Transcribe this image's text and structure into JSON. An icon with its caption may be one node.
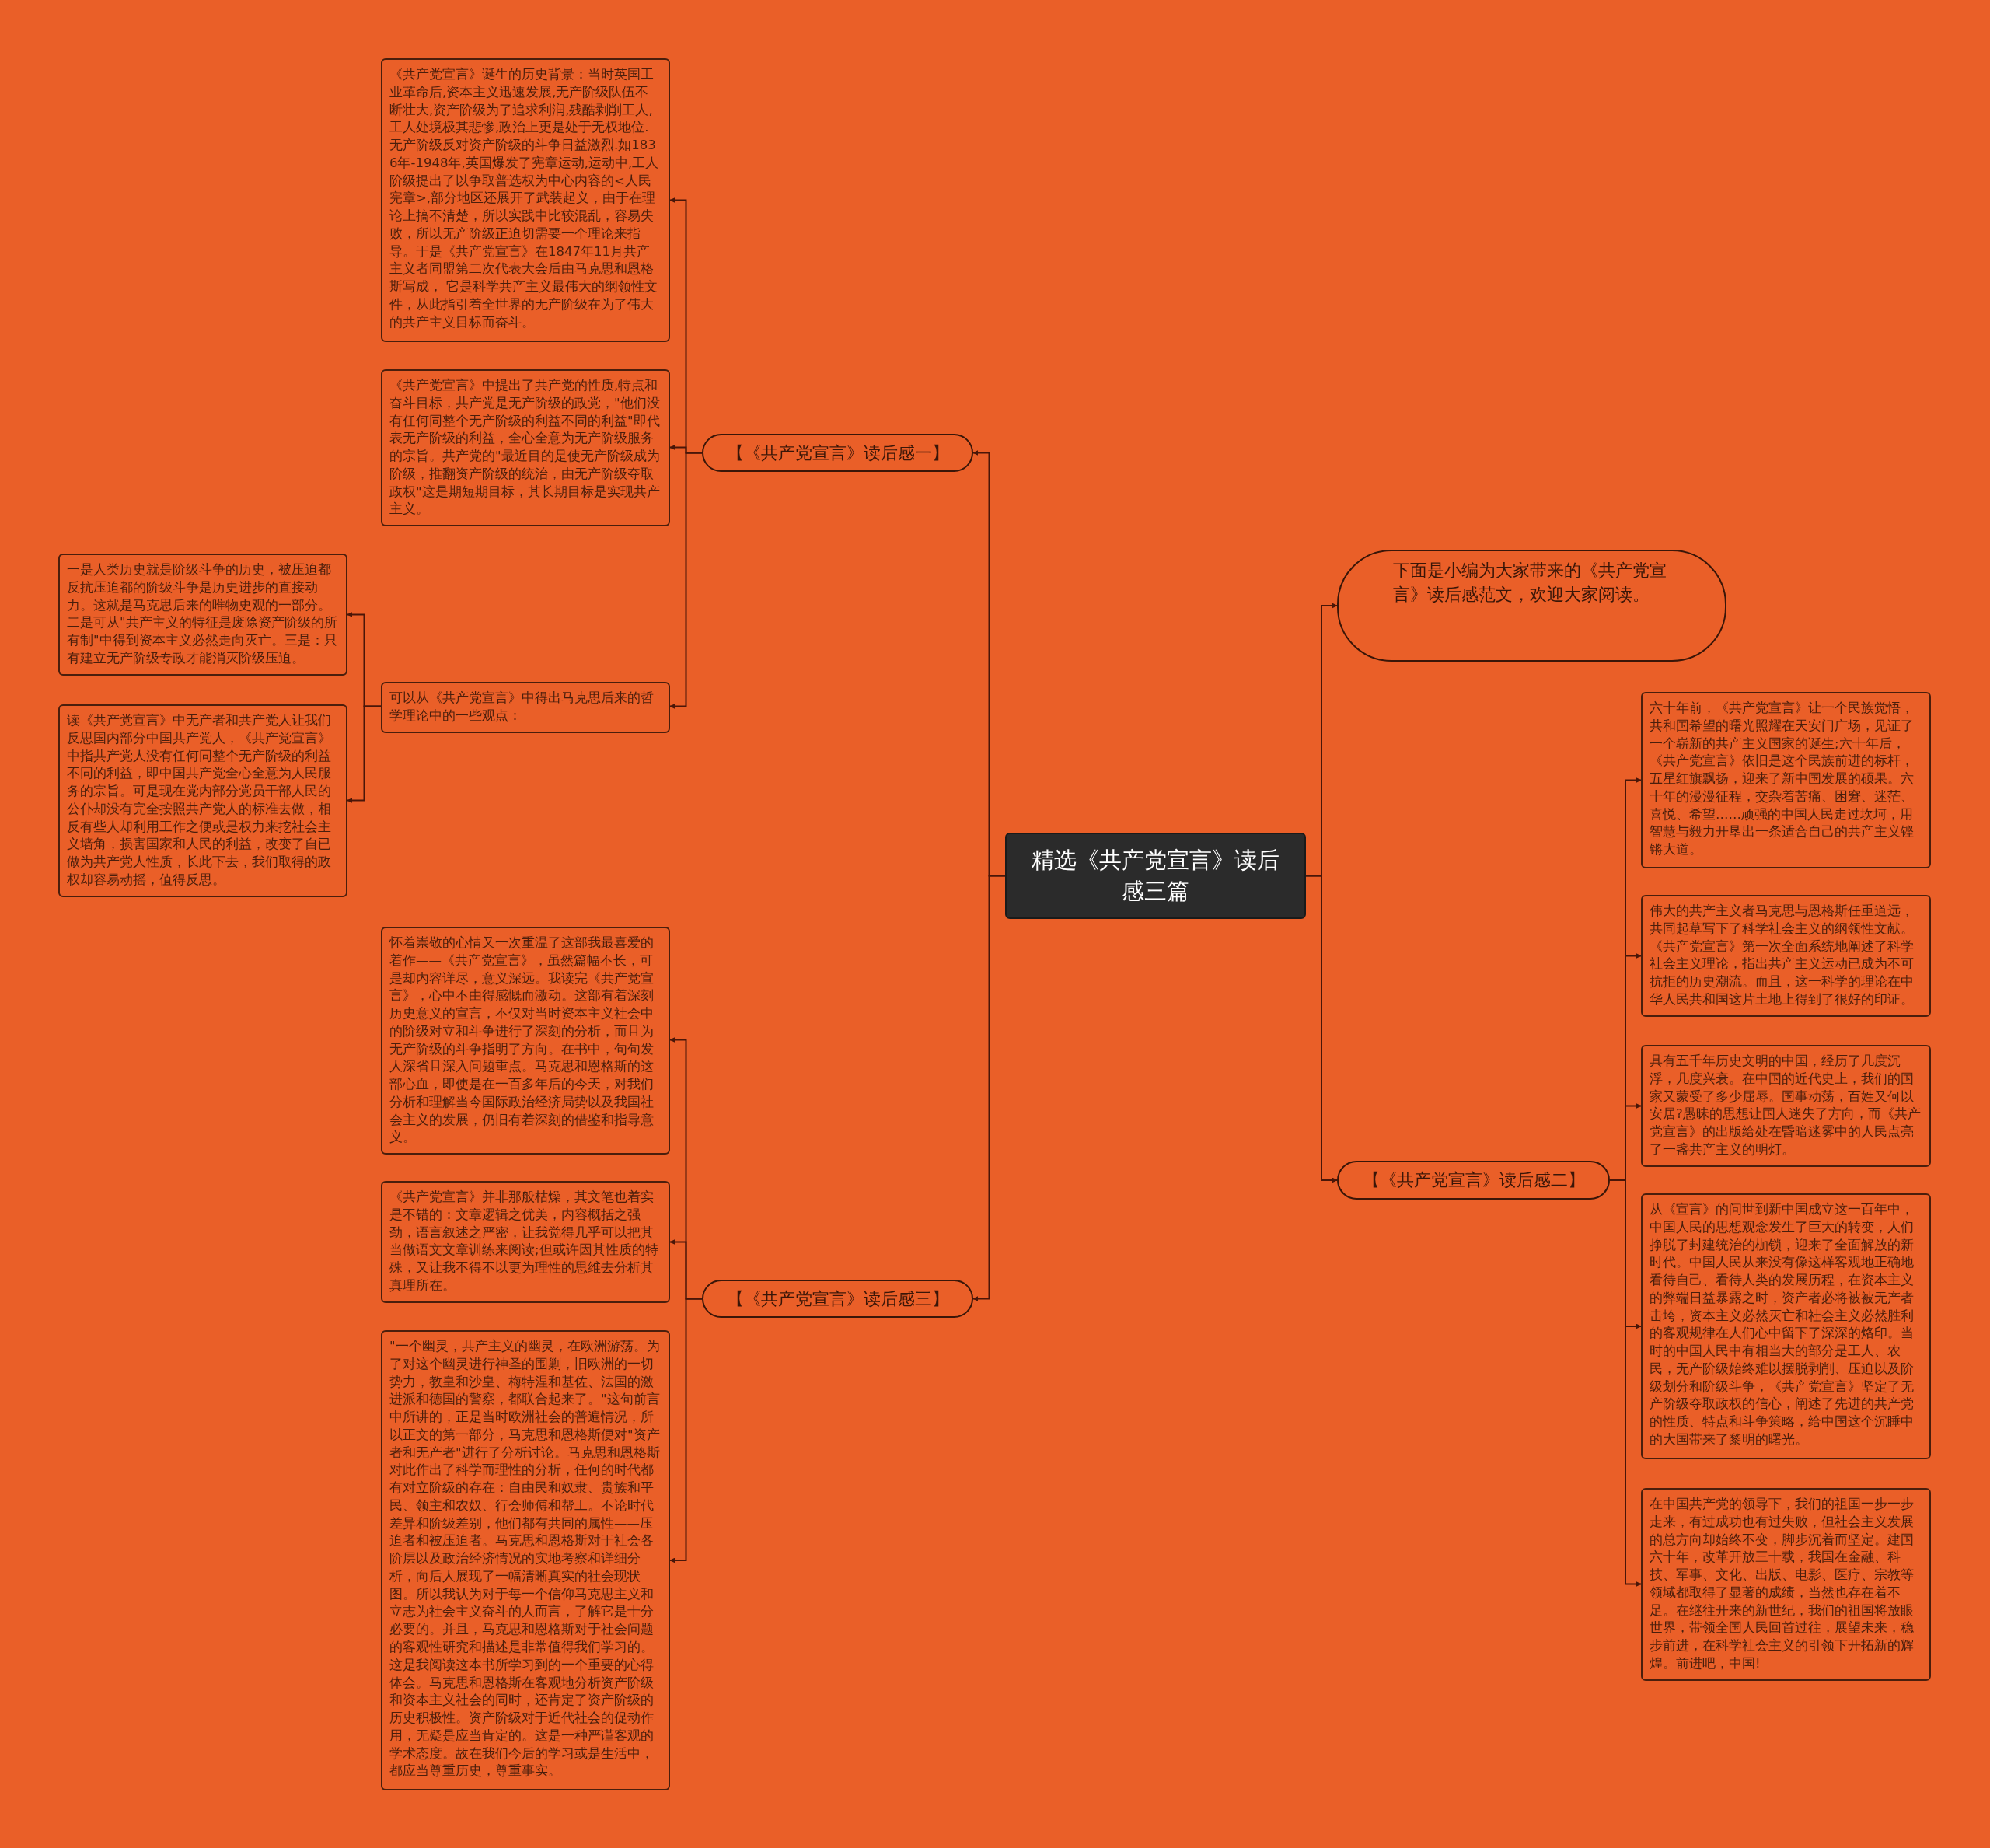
{
  "diagram": {
    "nodes": [
      {
        "text": [
          "精选《共产党宣言》读后感三篇"
        ]
      },
      {
        "text": [
          "【《共产党宣言》读后感一】"
        ]
      },
      {
        "text": [
          "《共产党宣言》诞生的历史背景：当时英国工业革命后,资本主义迅速发展,无产阶级队伍不断壮大,资产阶级为了追求利润,残酷剥削工人,工人处境极其悲惨,政治上更是处于无权地位.无产阶级反对资产阶级的斗争日益激烈.如1836年-1948年,英国爆发了宪章运动,运动中,工人阶级提出了以争取普选权为中心内容的<人民宪章>,部分地区还展开了武装起义，由于在理论上搞不清楚，所以实践中比较混乱，容易失败，所以无产阶级正迫切需要一个理论来指导。于是《共产党宣言》在1847年11月共产主义者同盟第二次代表大会后由马克思和恩格斯写成， 它是科学共产主义最伟大的纲领性文件，从此指引着全世界的无产阶级在为了伟大的共产主义目标而奋斗。"
        ]
      },
      {
        "text": [
          "《共产党宣言》中提出了共产党的性质,特点和奋斗目标，共产党是无产阶级的政党，\"他们没有任何同整个无产阶级的利益不同的利益\"即代表无产阶级的利益，全心全意为无产阶级服务的宗旨。共产党的\"最近目的是使无产阶级成为阶级，推翻资产阶级的统治，由无产阶级夺取政权\"这是期短期目标，其长期目标是实现共产主义。"
        ]
      },
      {
        "text": [
          "可以从《共产党宣言》中得出马克思后来的哲学理论中的一些观点："
        ]
      },
      {
        "text": [
          "一是人类历史就是阶级斗争的历史，被压迫都反抗压迫都的阶级斗争是历史进步的直接动力。这就是马克思后来的唯物史观的一部分。二是可从\"共产主义的特征是废除资产阶级的所有制\"中得到资本主义必然走向灭亡。三是：只有建立无产阶级专政才能消灭阶级压迫。"
        ]
      },
      {
        "text": [
          "读《共产党宣言》中无产者和共产党人让我们反思国内部分中国共产党人，《共产党宣言》中指共产党人没有任何同整个无产阶级的利益不同的利益，即中国共产党全心全意为人民服务的宗旨。可是现在党内部分党员干部人民的公仆却没有完全按照共产党人的标准去做，相反有些人却利用工作之便或是权力来挖社会主义墙角，损害国家和人民的利益，改变了自已做为共产党人性质，长此下去，我们取得的政权却容易动摇，值得反思。"
        ]
      },
      {
        "text": [
          "【《共产党宣言》读后感三】"
        ]
      },
      {
        "text": [
          "怀着崇敬的心情又一次重温了这部我最喜爱的着作——《共产党宣言》，虽然篇幅不长，可是却内容详尽，意义深远。我读完《共产党宣言》，心中不由得感慨而激动。这部有着深刻历史意义的宣言，不仅对当时资本主义社会中的阶级对立和斗争进行了深刻的分析，而且为无产阶级的斗争指明了方向。在书中，句句发人深省且深入问题重点。马克思和恩格斯的这部心血，即使是在一百多年后的今天，对我们分析和理解当今国际政治经济局势以及我国社会主义的发展，仍旧有着深刻的借鉴和指导意义。"
        ]
      },
      {
        "text": [
          "《共产党宣言》并非那般枯燥，其文笔也着实是不错的：文章逻辑之优美，内容概括之强劲，语言叙述之严密，让我觉得几乎可以把其当做语文文章训练来阅读;但或许因其性质的特殊，又让我不得不以更为理性的思维去分析其真理所在。"
        ]
      },
      {
        "text": [
          "\"一个幽灵，共产主义的幽灵，在欧洲游荡。为了对这个幽灵进行神圣的围剿，旧欧洲的一切势力，教皇和沙皇、梅特涅和基佐、法国的激进派和德国的警察，都联合起来了。\"这句前言中所讲的，正是当时欧洲社会的普遍情况，所以正文的第一部分，马克思和恩格斯便对\"资产者和无产者\"进行了分析讨论。马克思和恩格斯对此作出了科学而理性的分析，任何的时代都有对立阶级的存在：自由民和奴隶、贵族和平民、领主和农奴、行会师傅和帮工。不论时代差异和阶级差别，他们都有共同的属性——压迫者和被压迫者。马克思和恩格斯对于社会各阶层以及政治经济情况的实地考察和详细分析，向后人展现了一幅清晰真实的社会现状图。所以我认为对于每一个信仰马克思主义和立志为社会主义奋斗的人而言，了解它是十分必要的。并且，马克思和恩格斯对于社会问题的客观性研究和描述是非常值得我们学习的。这是我阅读这本书所学习到的一个重要的心得体会。马克思和恩格斯在客观地分析资产阶级和资本主义社会的同时，还肯定了资产阶级的历史积极性。资产阶级对于近代社会的促动作用，无疑是应当肯定的。这是一种严谨客观的学术态度。故在我们今后的学习或是生活中，都应当尊重历史，尊重事实。"
        ]
      },
      {
        "text": [
          "下面是小编为大家带来的《共产党宣言》读后感范文，欢迎大家阅读。"
        ]
      },
      {
        "text": [
          "【《共产党宣言》读后感二】"
        ]
      },
      {
        "text": [
          "六十年前，《共产党宣言》让一个民族觉悟，共和国希望的曙光照耀在天安门广场，见证了一个崭新的共产主义国家的诞生;六十年后，《共产党宣言》依旧是这个民族前进的标杆，五星红旗飘扬，迎来了新中国发展的硕果。六十年的漫漫征程，交杂着苦痛、困窘、迷茫、喜悦、希望……顽强的中国人民走过坎坷，用智慧与毅力开垦出一条适合自己的共产主义铿锵大道。"
        ]
      },
      {
        "text": [
          "伟大的共产主义者马克思与恩格斯任重道远，共同起草写下了科学社会主义的纲领性文献。《共产党宣言》第一次全面系统地阐述了科学社会主义理论，指出共产主义运动已成为不可抗拒的历史潮流。而且，这一科学的理论在中华人民共和国这片土地上得到了很好的印证。"
        ]
      },
      {
        "text": [
          "具有五千年历史文明的中国，经历了几度沉浮，几度兴衰。在中国的近代史上，我们的国家又蒙受了多少屈辱。国事动荡，百姓又何以安居?愚昧的思想让国人迷失了方向，而《共产党宣言》的出版给处在昏暗迷雾中的人民点亮了一盏共产主义的明灯。"
        ]
      },
      {
        "text": [
          "从《宣言》的问世到新中国成立这一百年中，中国人民的思想观念发生了巨大的转变，人们挣脱了封建统治的枷锁，迎来了全面解放的新时代。中国人民从来没有像这样客观地正确地看待自己、看待人类的发展历程，在资本主义的弊端日益暴露之时，资产者必将被被无产者击垮，资本主义必然灭亡和社会主义必然胜利的客观规律在人们心中留下了深深的烙印。当时的中国人民中有相当大的部分是工人、农民，无产阶级始终难以摆脱剥削、压迫以及阶级划分和阶级斗争，《共产党宣言》坚定了无产阶级夺取政权的信心，阐述了先进的共产党的性质、特点和斗争策略，给中国这个沉睡中的大国带来了黎明的曙光。"
        ]
      },
      {
        "text": [
          "在中国共产党的领导下，我们的祖国一步一步走来，有过成功也有过失败，但社会主义发展的总方向却始终不变，脚步沉着而坚定。建国六十年，改革开放三十载，我国在金融、科技、军事、文化、出版、电影、医疗、宗教等领域都取得了显著的成绩，当然也存在着不足。在继往开来的新世纪，我们的祖国将放眼世界，带领全国人民回首过往，展望未来，稳步前进，在科学社会主义的引领下开拓新的辉煌。前进吧，中国!"
        ]
      }
    ],
    "edges": [
      {
        "from": 0,
        "to": 1,
        "arrow": "to"
      },
      {
        "from": 1,
        "to": 2,
        "arrow": "to"
      },
      {
        "from": 1,
        "to": 3,
        "arrow": "to"
      },
      {
        "from": 1,
        "to": 4,
        "arrow": "to"
      },
      {
        "from": 4,
        "to": 5,
        "arrow": "to"
      },
      {
        "from": 4,
        "to": 6,
        "arrow": "to"
      },
      {
        "from": 0,
        "to": 7,
        "arrow": "to"
      },
      {
        "from": 7,
        "to": 8,
        "arrow": "to"
      },
      {
        "from": 7,
        "to": 9,
        "arrow": "to"
      },
      {
        "from": 7,
        "to": 10,
        "arrow": "to"
      },
      {
        "from": 0,
        "to": 11,
        "arrow": "to"
      },
      {
        "from": 0,
        "to": 12,
        "arrow": "to"
      },
      {
        "from": 12,
        "to": 13,
        "arrow": "to"
      },
      {
        "from": 12,
        "to": 14,
        "arrow": "to"
      },
      {
        "from": 12,
        "to": 15,
        "arrow": "to"
      },
      {
        "from": 12,
        "to": 16,
        "arrow": "to"
      },
      {
        "from": 12,
        "to": 17,
        "arrow": "to"
      }
    ]
  }
}
